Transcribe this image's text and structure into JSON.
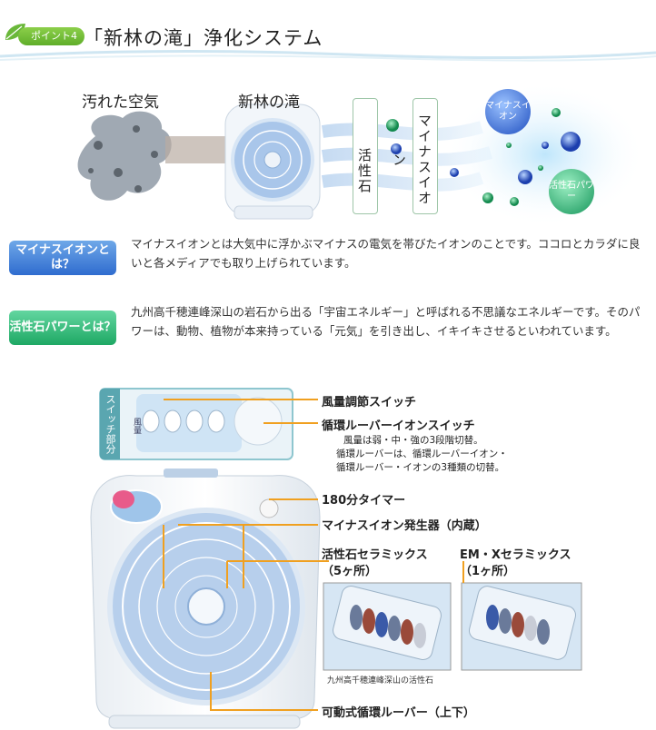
{
  "header": {
    "badge": "ポイント4",
    "title": "「新林の滝」浄化システム",
    "leaf_color": "#6ab83a"
  },
  "diagram": {
    "dirty_air_label": "汚れた空気",
    "fan_label": "新林の滝",
    "tube1": "活性石",
    "tube2": "マイナスイオン",
    "bubble1": "マイナスイオン",
    "bubble2": "活性石パワー"
  },
  "definitions": [
    {
      "button": "マイナスイオンとは？",
      "text": "マイナスイオンとは大気中に浮かぶマイナスの電気を帯びたイオンのことです。ココロとカラダに良いと各メディアでも取り上げられています。"
    },
    {
      "button": "活性石パワーとは？",
      "text": "九州高千穂連峰深山の岩石から出る「宇宙エネルギー」と呼ばれる不思議なエネルギーです。そのパワーは、動物、植物が本来持っている「元気」を引き出し、イキイキさせるといわれています。"
    }
  ],
  "product": {
    "switch_tab": "スイッチ部分",
    "panel_label": "風量",
    "callouts": {
      "fan_speed": "風量調節スイッチ",
      "louver_switch": "循環ルーバーイオンスイッチ",
      "louver_desc1": "風量は弱・中・強の3段階切替。",
      "louver_desc2": "循環ルーバーは、循環ルーバーイオン・",
      "louver_desc3": "循環ルーバー・イオンの3種類の切替。",
      "timer": "180分タイマー",
      "ion_gen": "マイナスイオン発生器（内蔵）",
      "ceramic": "活性石セラミックス",
      "ceramic_n": "（5ヶ所）",
      "em": "EM・Xセラミックス",
      "em_n": "（1ヶ所）",
      "louver": "可動式循環ルーバー（上下）"
    },
    "photo_caption": "九州高千穂連峰深山の活性石"
  },
  "colors": {
    "callout_line": "#f0a020",
    "blue_button": "#2f6ccf",
    "green_button": "#1ea864",
    "fan_blue": "#a9c6ea"
  }
}
